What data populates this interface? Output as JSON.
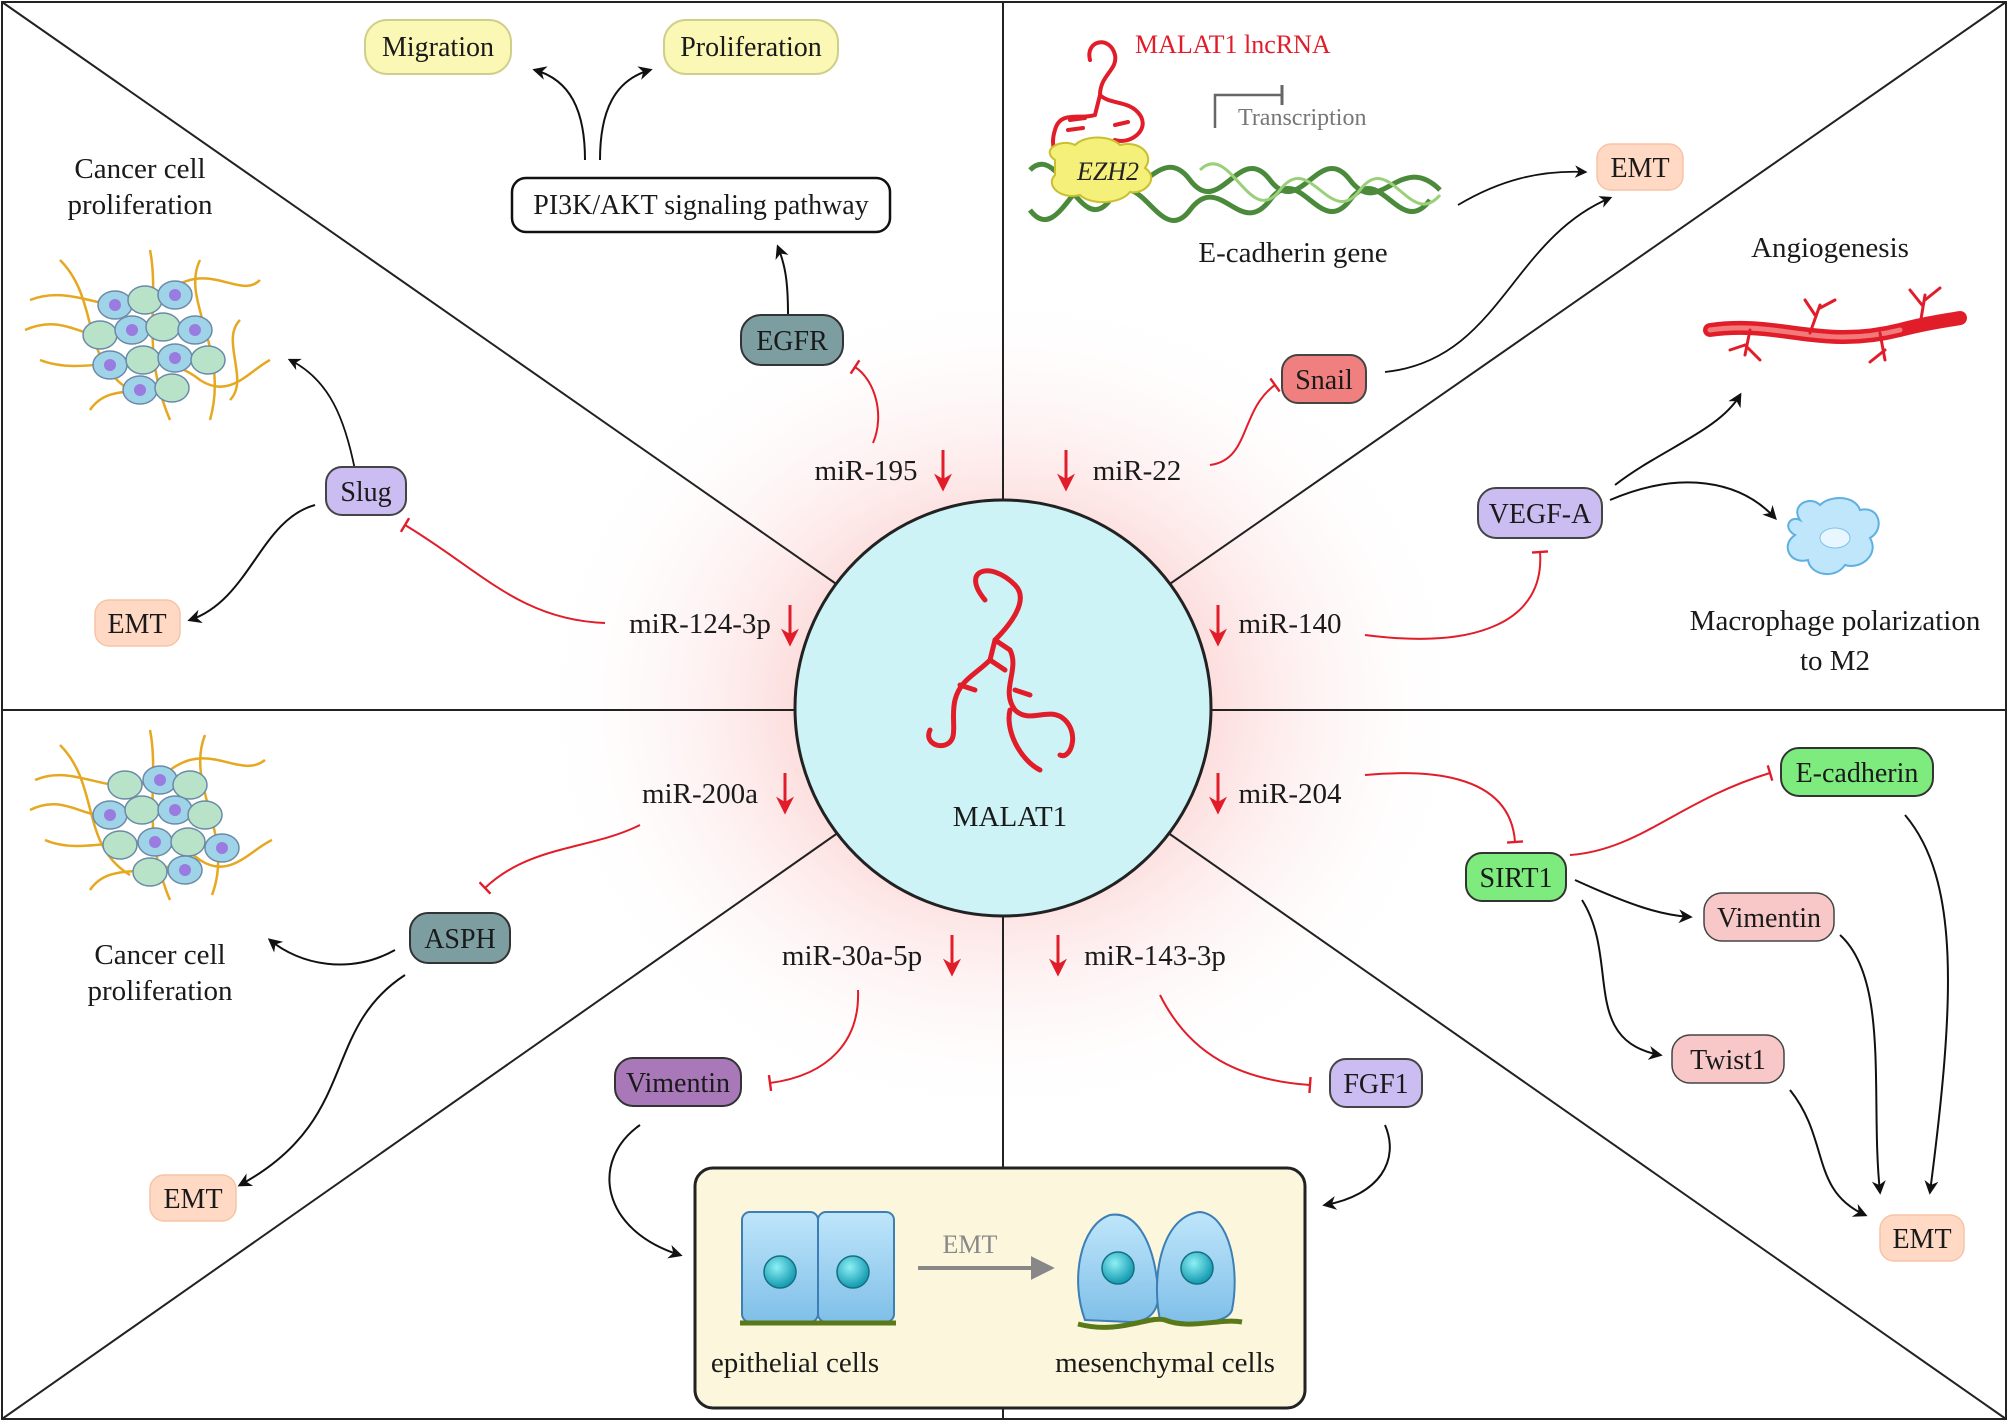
{
  "center": {
    "label": "MALAT1"
  },
  "top_left": {
    "title": "Cancer cell proliferation",
    "title_lines": [
      "Cancer cell",
      "proliferation"
    ],
    "mirna": "miR-124-3p",
    "target": "Slug",
    "outcome": "EMT"
  },
  "top_center": {
    "mirna": "miR-195",
    "target": "EGFR",
    "pathway": "PI3K/AKT signaling pathway",
    "outcome_1": "Migration",
    "outcome_2": "Proliferation"
  },
  "top_right_upper": {
    "lncrna_label": "MALAT1 lncRNA",
    "protein": "EZH2",
    "transcription_label": "Transcription",
    "gene_label": "E-cadherin gene",
    "mirna": "miR-22",
    "target": "Snail",
    "outcome": "EMT"
  },
  "right_upper": {
    "angiogenesis_label": "Angiogenesis",
    "mirna": "miR-140",
    "target": "VEGF-A",
    "macrophage_lines": [
      "Macrophage polarization",
      "to M2"
    ]
  },
  "bottom_left": {
    "title_lines": [
      "Cancer cell",
      "proliferation"
    ],
    "mirna": "miR-200a",
    "target": "ASPH",
    "outcome": "EMT"
  },
  "bottom_center": {
    "mirna_left": "miR-30a-5p",
    "target_left": "Vimentin",
    "mirna_right": "miR-143-3p",
    "target_right": "FGF1",
    "box_arrow_label": "EMT",
    "epithelial_label": "epithelial cells",
    "mesenchymal_label": "mesenchymal cells"
  },
  "bottom_right": {
    "mirna": "miR-204",
    "target": "SIRT1",
    "ecadherin": "E-cadherin",
    "vimentin": "Vimentin",
    "twist": "Twist1",
    "outcome": "EMT"
  },
  "colors": {
    "inhibit": "#e11d2a",
    "down_arrow": "#e11d2a",
    "center_fill": "#cdf3f7",
    "glow": "#f7a6a6",
    "emt_fill": "#ffd9c4",
    "yellow_fill": "#fbf7b5",
    "teal_fill": "#7d9ea1",
    "lavender_fill": "#cbbcf2",
    "red_fill": "#f08080",
    "green_fill": "#7deb7d",
    "pink_fill": "#f8c8c8",
    "purple_fill": "#a878b8",
    "box_fill": "#fcf7dc"
  }
}
